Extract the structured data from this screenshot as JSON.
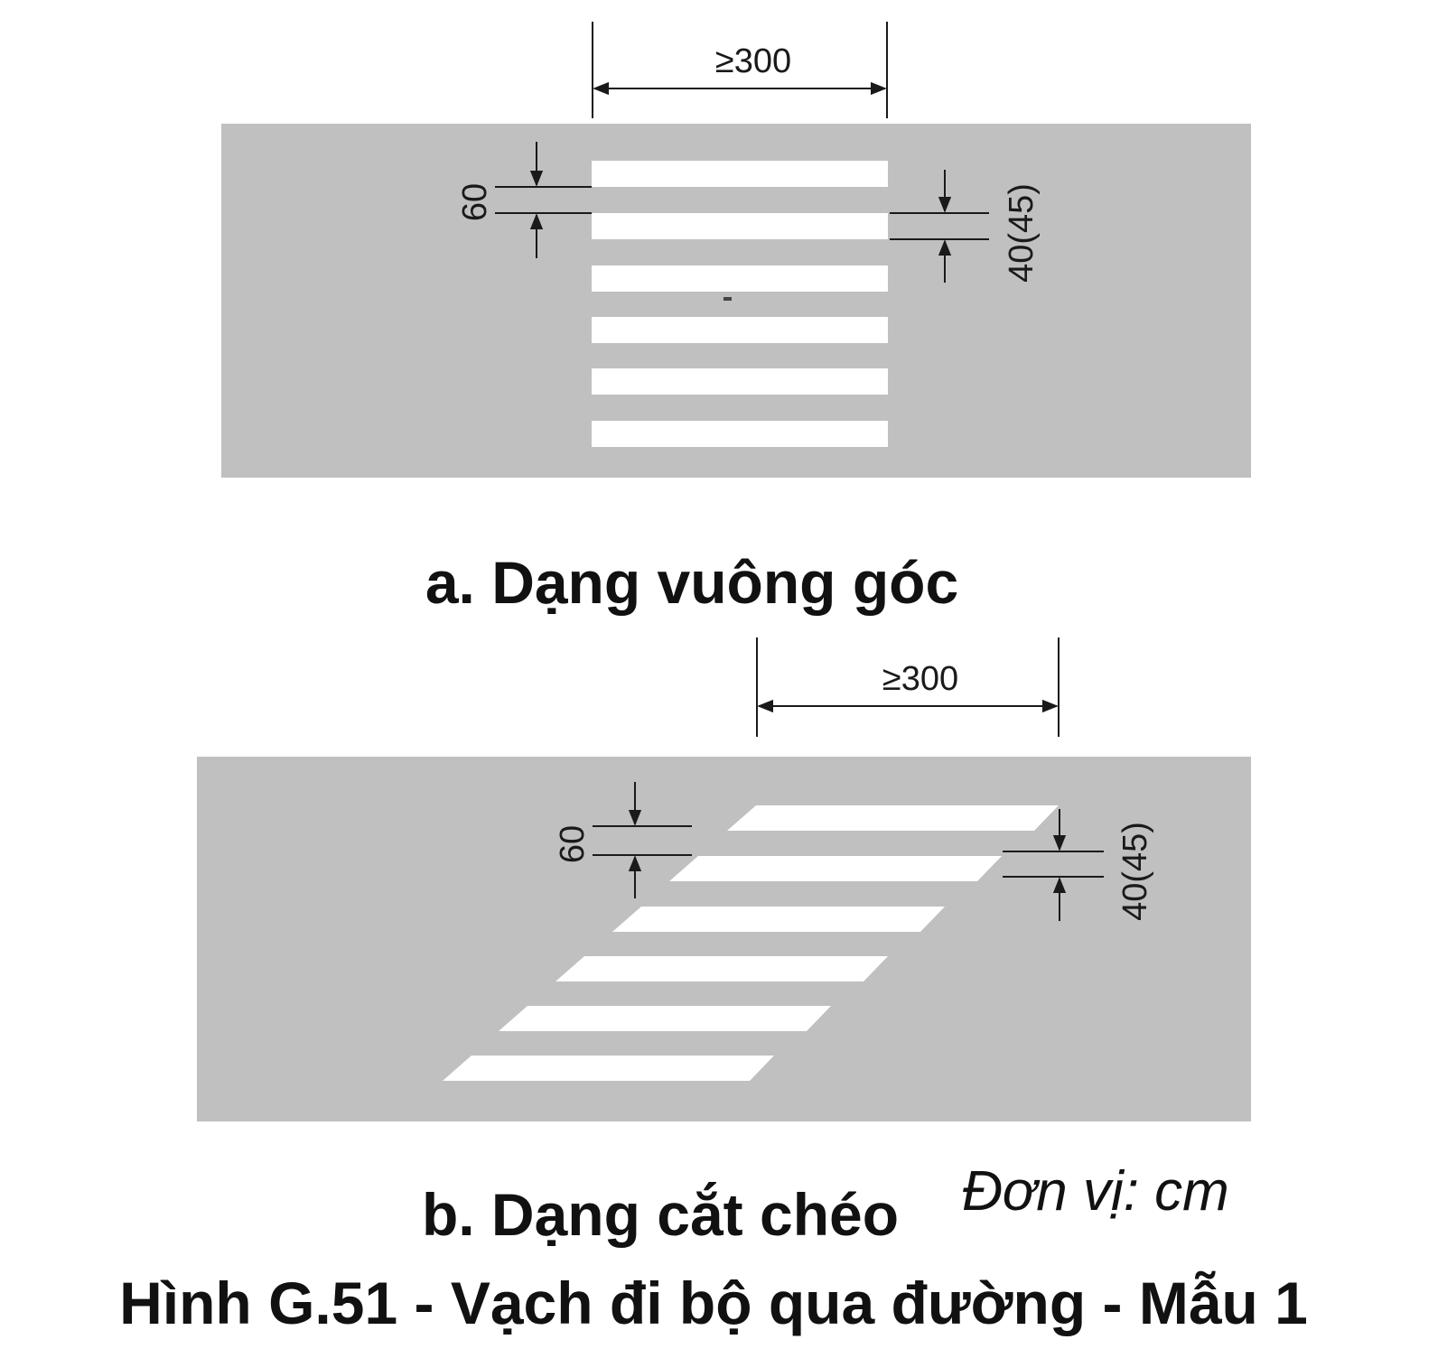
{
  "colors": {
    "road": "#c0c0c0",
    "stripe": "#ffffff",
    "ink": "#1a1a1a"
  },
  "diagram_a": {
    "width_label": "≥300",
    "gap_label": "60",
    "stripe_label": "40(45)",
    "caption": "a. Dạng vuông góc"
  },
  "diagram_b": {
    "width_label": "≥300",
    "gap_label": "60",
    "stripe_label": "40(45)",
    "caption": "b. Dạng cắt chéo"
  },
  "unit_note": "Đơn vị: cm",
  "figure_title": "Hình G.51 - Vạch đi bộ qua đường - Mẫu 1"
}
